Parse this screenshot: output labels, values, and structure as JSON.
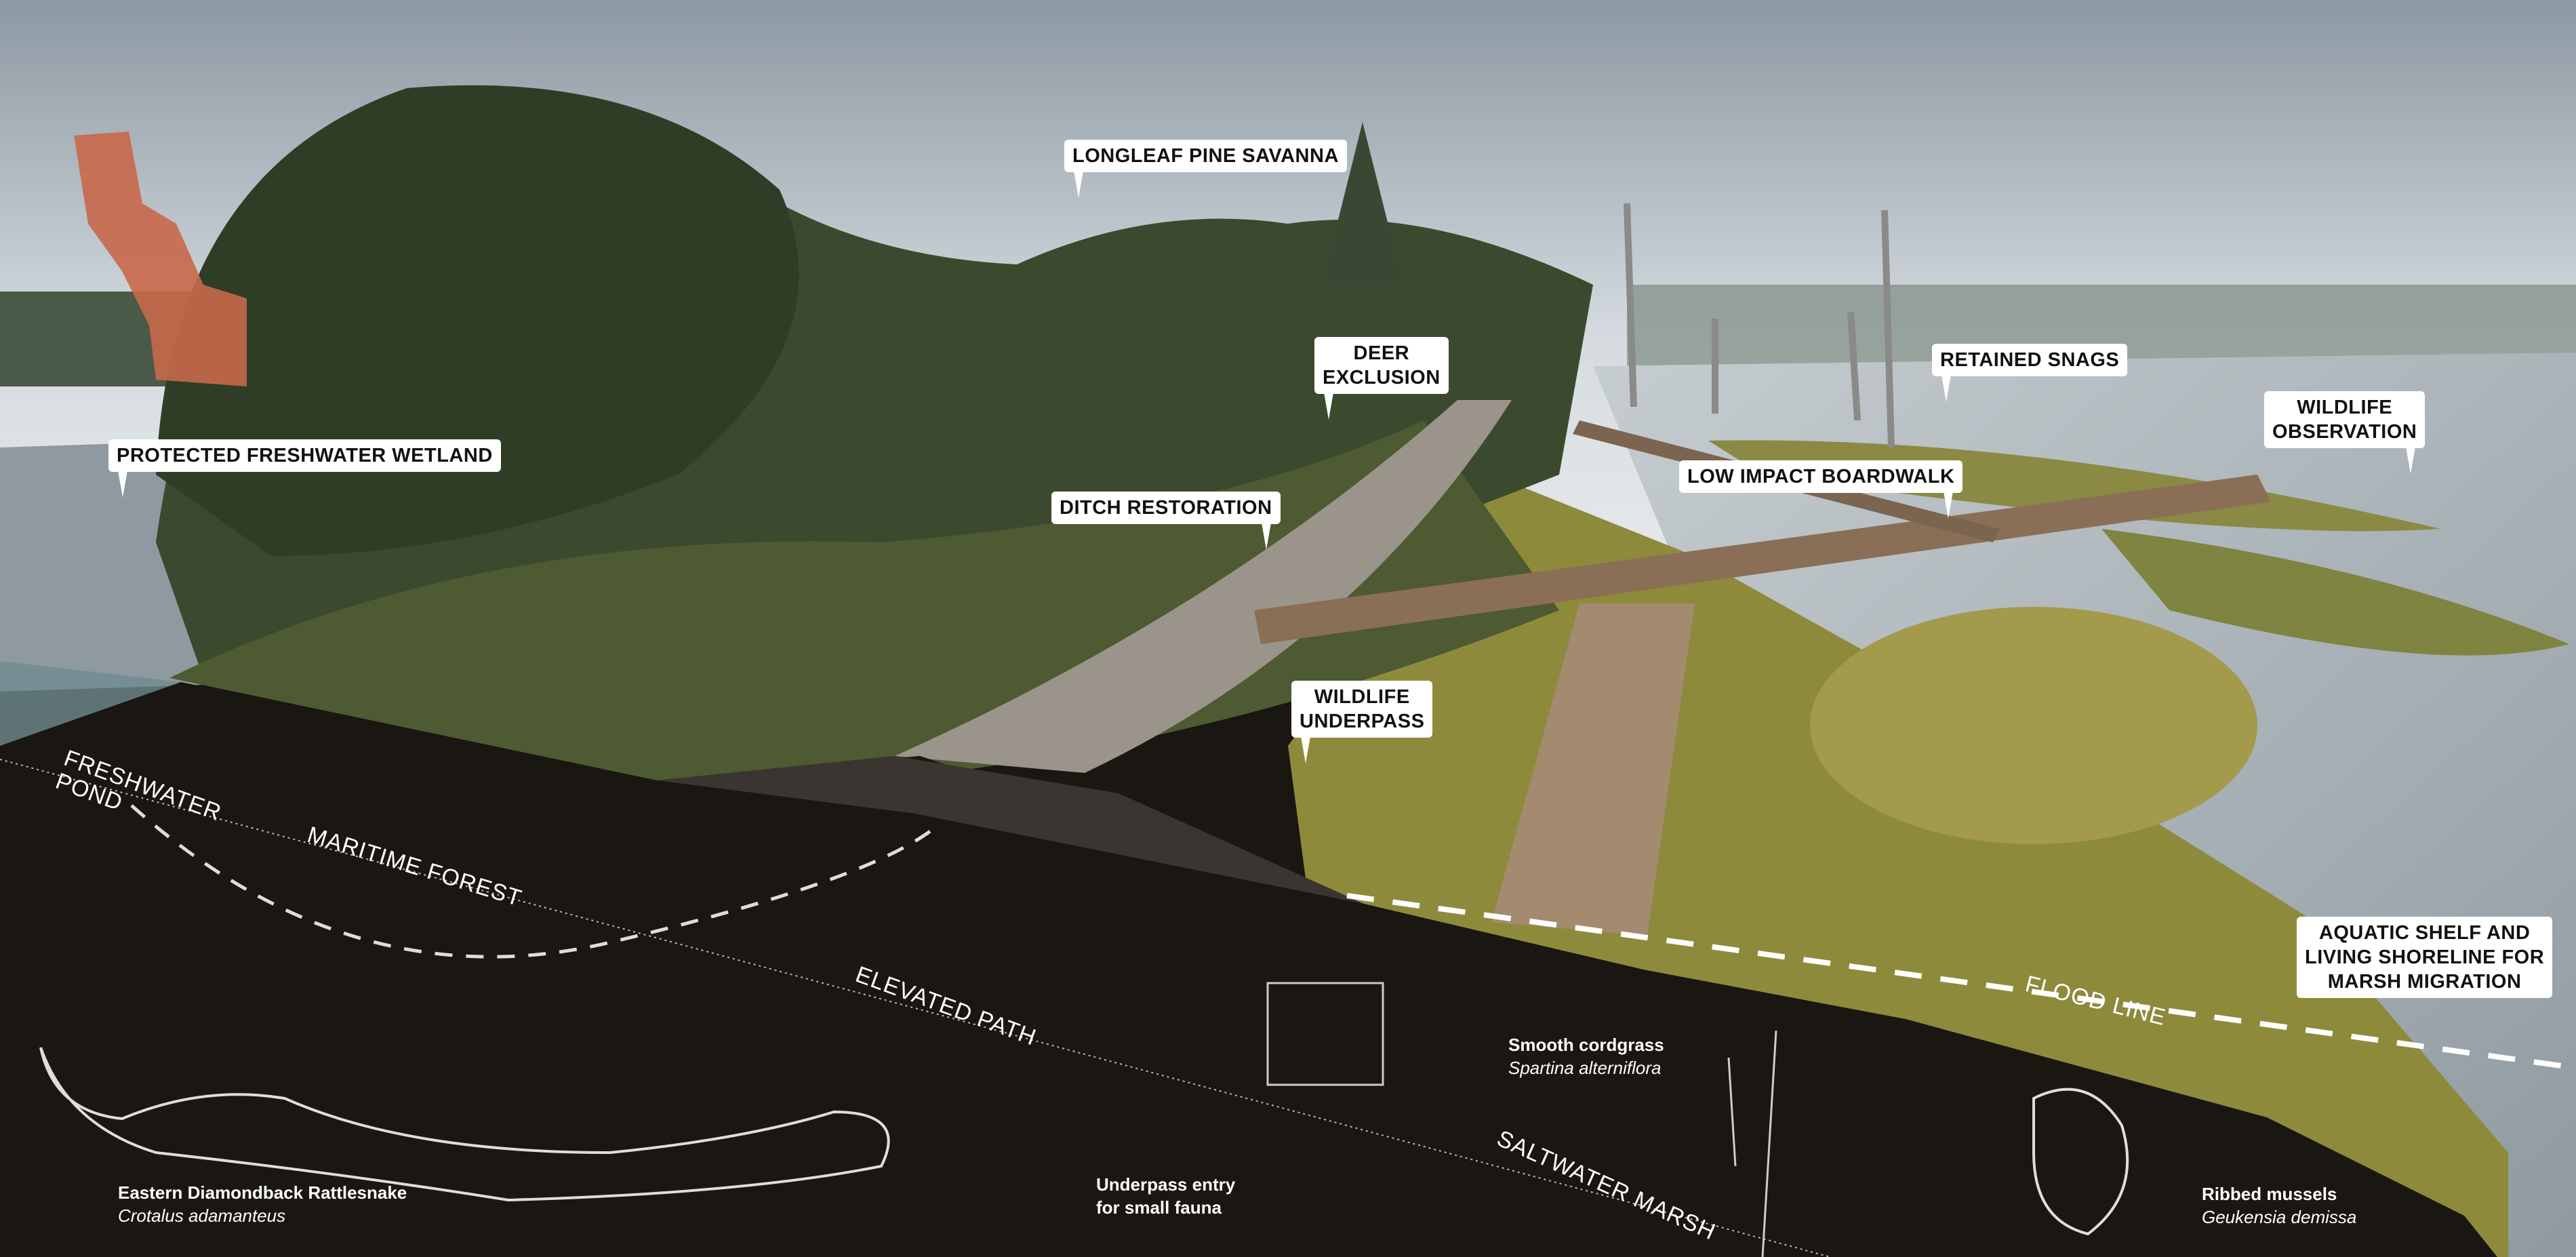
{
  "callouts": {
    "longleaf": "LONGLEAF PINE SAVANNA",
    "deer_1": "DEER",
    "deer_2": "EXCLUSION",
    "snags": "RETAINED SNAGS",
    "observation_1": "WILDLIFE",
    "observation_2": "OBSERVATION",
    "wetland": "PROTECTED FRESHWATER WETLAND",
    "boardwalk": "LOW IMPACT BOARDWALK",
    "ditch": "DITCH RESTORATION",
    "underpass_1": "WILDLIFE",
    "underpass_2": "UNDERPASS",
    "shelf_1": "AQUATIC SHELF AND",
    "shelf_2": "LIVING SHORELINE FOR",
    "shelf_3": "MARSH MIGRATION"
  },
  "zones": {
    "pond_1": "FRESHWATER",
    "pond_2": "POND",
    "forest": "MARITIME FOREST",
    "path": "ELEVATED PATH",
    "flood": "FLOOD LINE",
    "marsh": "SALTWATER MARSH"
  },
  "species": {
    "snake_common": "Eastern Diamondback Rattlesnake",
    "snake_latin": "Crotalus adamanteus",
    "underpass_1": "Underpass entry",
    "underpass_2": "for small fauna",
    "cordgrass_common": "Smooth cordgrass",
    "cordgrass_latin": "Spartina alterniflora",
    "mussel_common": "Ribbed mussels",
    "mussel_latin": "Geukensia demissa"
  },
  "colors": {
    "ground": "#1a1612",
    "sky": "#c9d2d8",
    "water": "#b9c3c8",
    "forest": "#3b4a2e",
    "marsh": "#8e8a3c",
    "boardwalk": "#8a6e55",
    "site_map": "#c8684a"
  }
}
